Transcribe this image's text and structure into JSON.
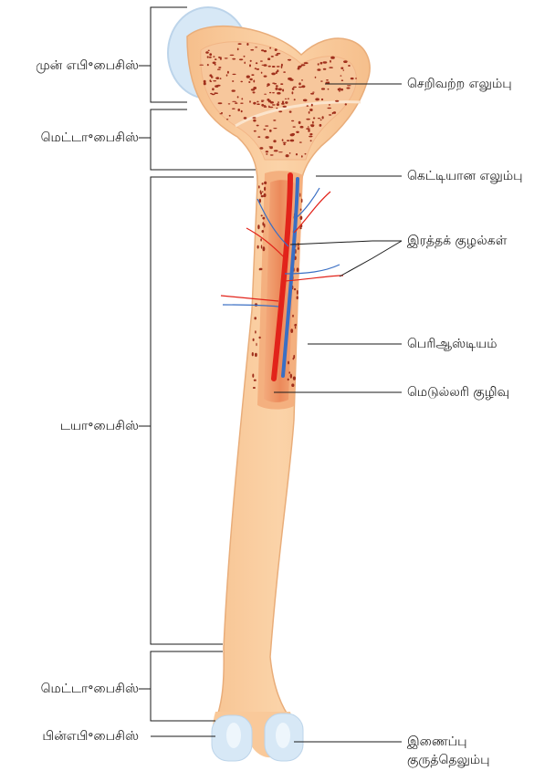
{
  "labels": {
    "proximal_epiphysis": "முன் எபி॰பைசிஸ்",
    "metaphysis_top": "மெட்டா॰பைசிஸ்",
    "diaphysis": "டயா॰பைசிஸ்",
    "metaphysis_bottom": "மெட்டா॰பைசிஸ்",
    "distal_epiphysis": "பின்எபி॰பைசிஸ்",
    "spongy_bone": "செறிவற்ற எலும்பு",
    "compact_bone": "கெட்டியான எலும்பு",
    "blood_vessels": "இரத்தக் குழல்கள்",
    "periosteum": "பெரிஆஸ்டியம்",
    "medullary_cavity": "மெடுல்லரி குழிவு",
    "articular_cartilage_line1": "இணைப்பு",
    "articular_cartilage_line2": "குருத்தெலும்பு"
  },
  "colors": {
    "bone": "#f9c99a",
    "bone_light": "#fbdcb8",
    "cartilage": "#cfe3f3",
    "spongy_dots": "#a0301c",
    "artery": "#e2231a",
    "vein": "#3a6fc4",
    "medulla": "#e8744a"
  }
}
